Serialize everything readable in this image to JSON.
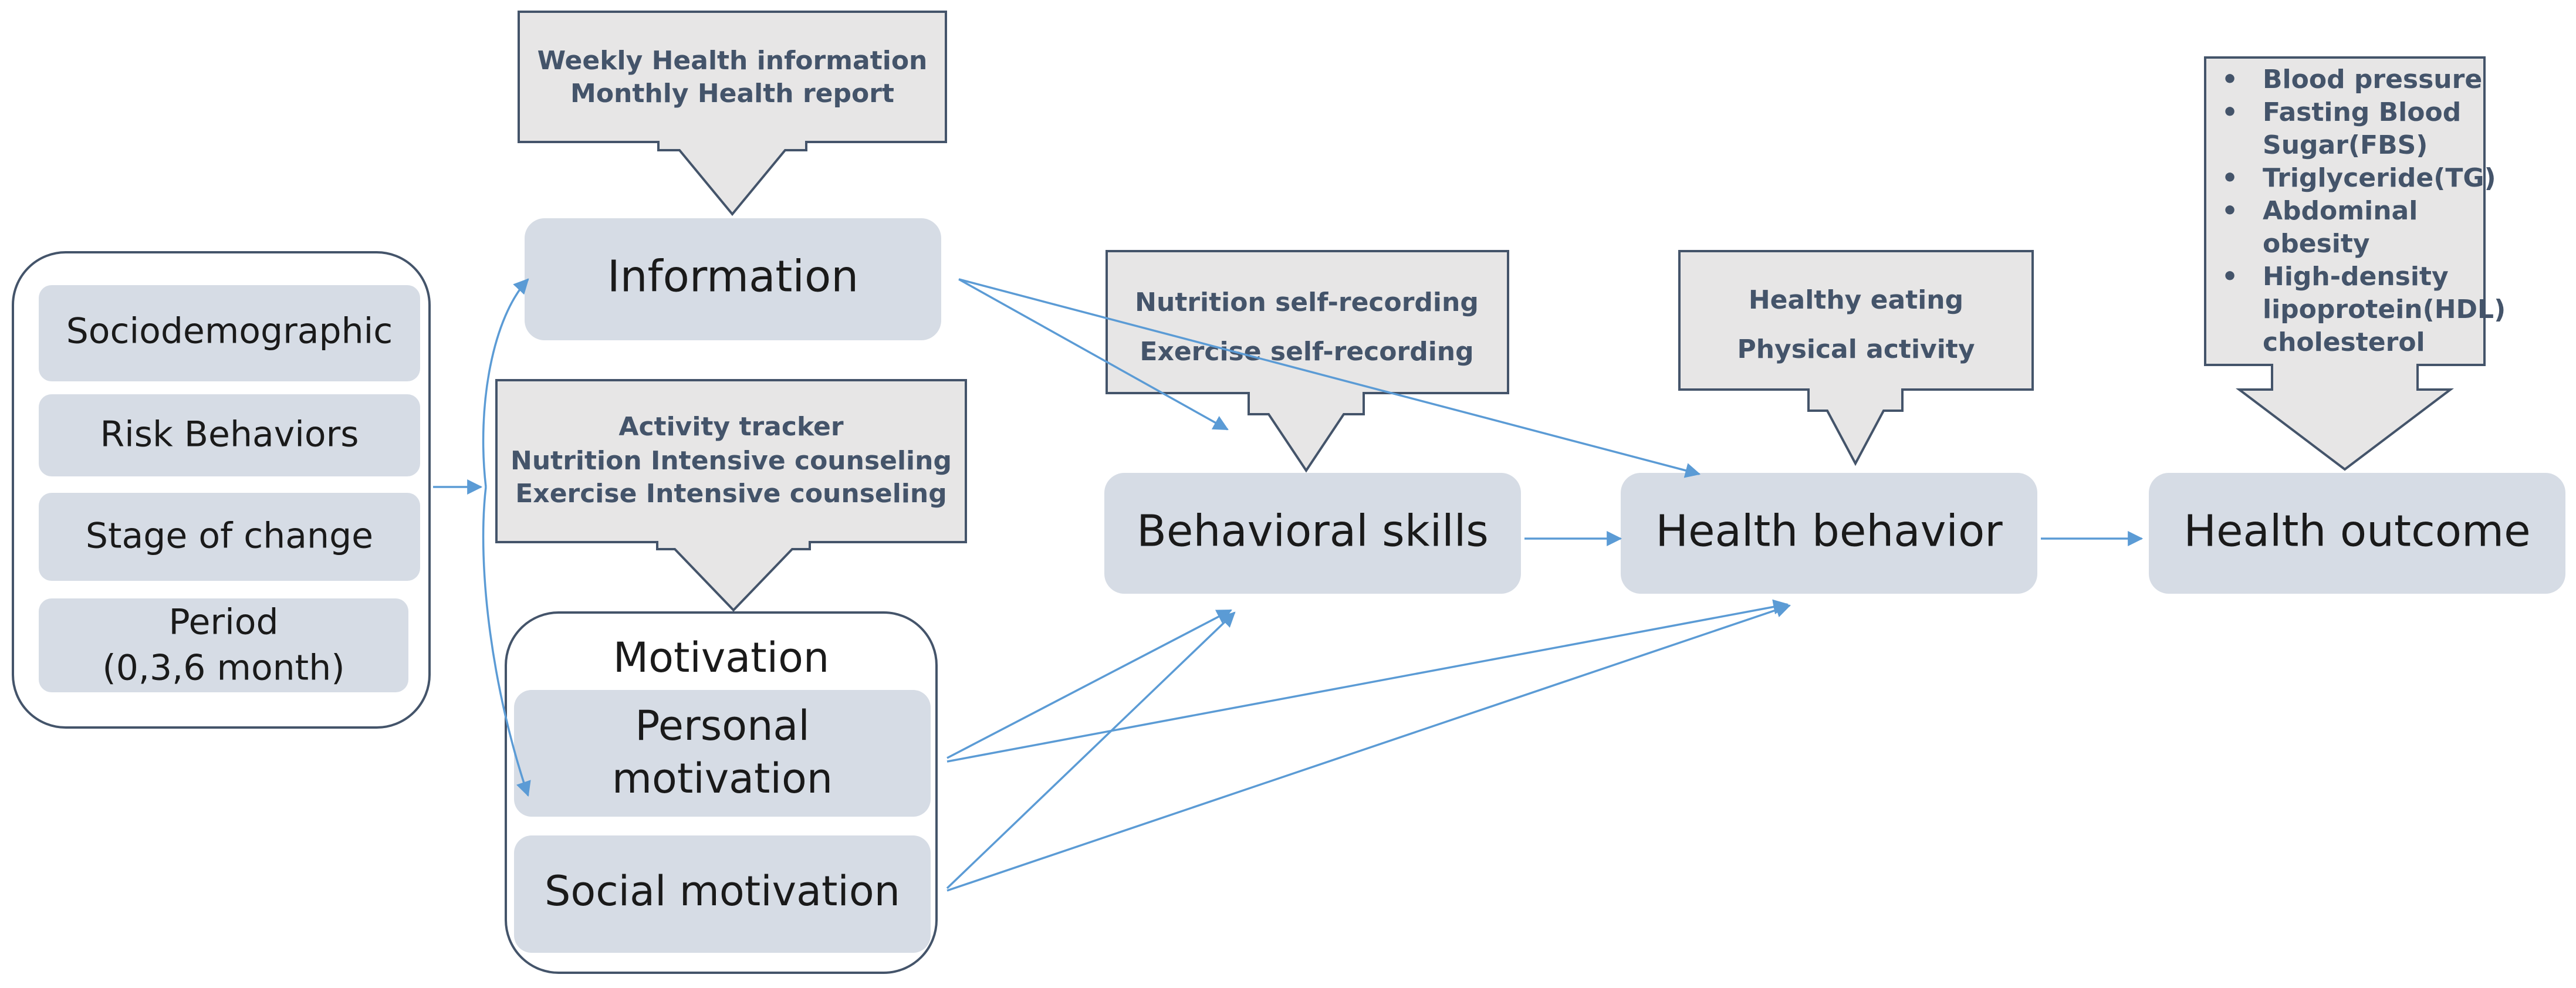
{
  "left_group": {
    "items": [
      "Sociodemographic",
      "Risk Behaviors",
      "Stage of change",
      "Period",
      "(0,3,6 month)"
    ]
  },
  "information": {
    "label": "Information",
    "callout": [
      "Weekly Health information",
      "Monthly Health report"
    ]
  },
  "motivation": {
    "title": "Motivation",
    "personal": [
      "Personal",
      "motivation"
    ],
    "social": "Social motivation",
    "callout": [
      "Activity tracker",
      "Nutrition Intensive counseling",
      "Exercise Intensive counseling"
    ]
  },
  "behavioral_skills": {
    "label": "Behavioral skills",
    "callout": [
      "Nutrition self-recording",
      "Exercise self-recording"
    ]
  },
  "health_behavior": {
    "label": "Health behavior",
    "callout": [
      "Healthy eating",
      "Physical activity"
    ]
  },
  "health_outcome": {
    "label": "Health outcome",
    "callout": [
      "Blood pressure",
      "Fasting Blood",
      "Sugar(FBS)",
      "Triglyceride(TG)",
      "Abdominal",
      "obesity",
      "High-density",
      "lipoprotein(HDL)",
      "cholesterol"
    ],
    "bullet": "•"
  },
  "colors": {
    "node_fill": "#d6dce5",
    "callout_fill": "#e7e6e6",
    "line": "#5b9bd5",
    "group_border": "#44546a",
    "callout_border": "#44546a"
  }
}
